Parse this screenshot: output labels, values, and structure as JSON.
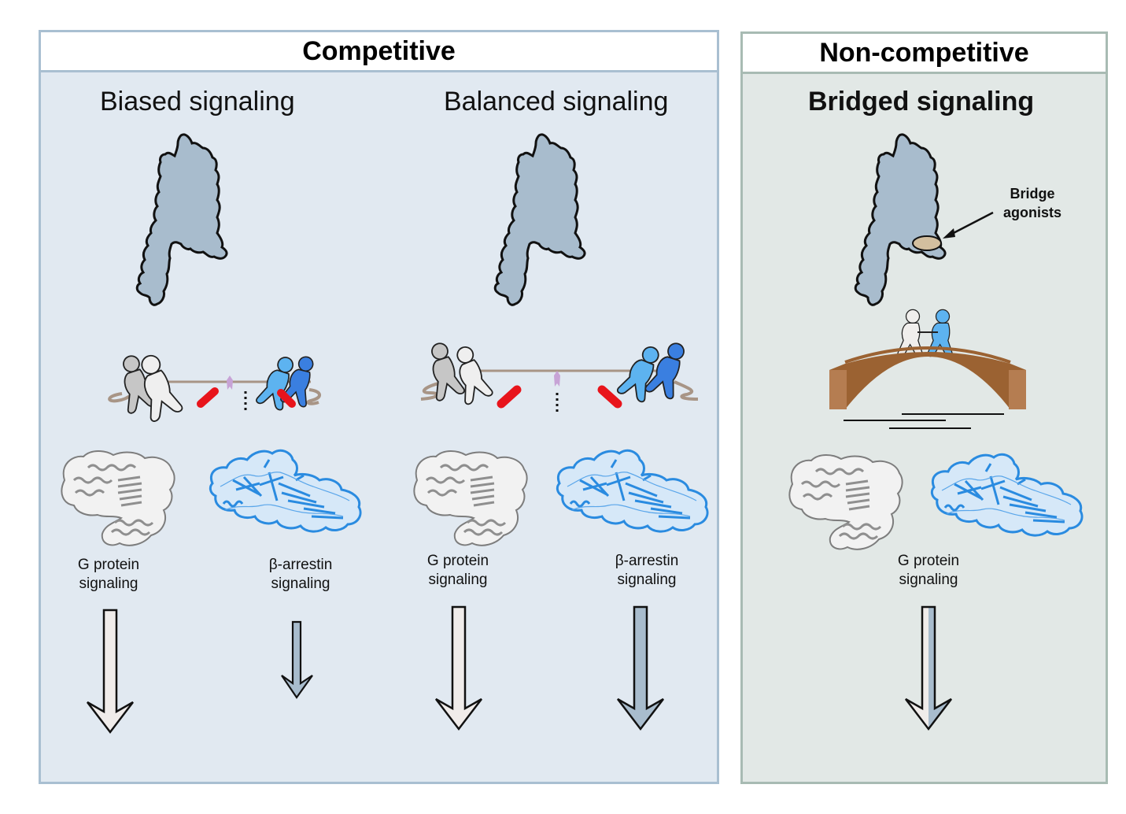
{
  "panels": {
    "competitive": {
      "header": "Competitive",
      "sections": {
        "biased": {
          "title": "Biased signaling",
          "g_protein_label": [
            "G protein",
            "signaling"
          ],
          "arrestin_label": [
            "β-arrestin",
            "signaling"
          ],
          "g_protein_arrow_strength": "strong",
          "arrestin_arrow_strength": "weak"
        },
        "balanced": {
          "title": "Balanced signaling",
          "g_protein_label": [
            "G protein",
            "signaling"
          ],
          "arrestin_label": [
            "β-arrestin",
            "signaling"
          ],
          "g_protein_arrow_strength": "strong",
          "arrestin_arrow_strength": "strong"
        }
      }
    },
    "non_competitive": {
      "header": "Non-competitive",
      "sections": {
        "bridged": {
          "title": "Bridged signaling",
          "annotation": [
            "Bridge",
            "agonists"
          ],
          "g_protein_label": [
            "G protein",
            "signaling"
          ]
        }
      }
    }
  },
  "colors": {
    "receptor_fill": "#a8bccd",
    "competitive_bg": "#e1e9f1",
    "noncompetitive_bg": "#e2e8e6",
    "competitive_border": "#a9bfd1",
    "noncompetitive_border": "#a8bbb3",
    "g_protein_arrow": "#f0ecea",
    "arrestin_arrow": "#a8bccd",
    "arrestin_blue": "#2a8be0",
    "bridge_brown": "#9b6232",
    "ligand_tan": "#d3bf9f",
    "marker_red": "#e8141b"
  }
}
